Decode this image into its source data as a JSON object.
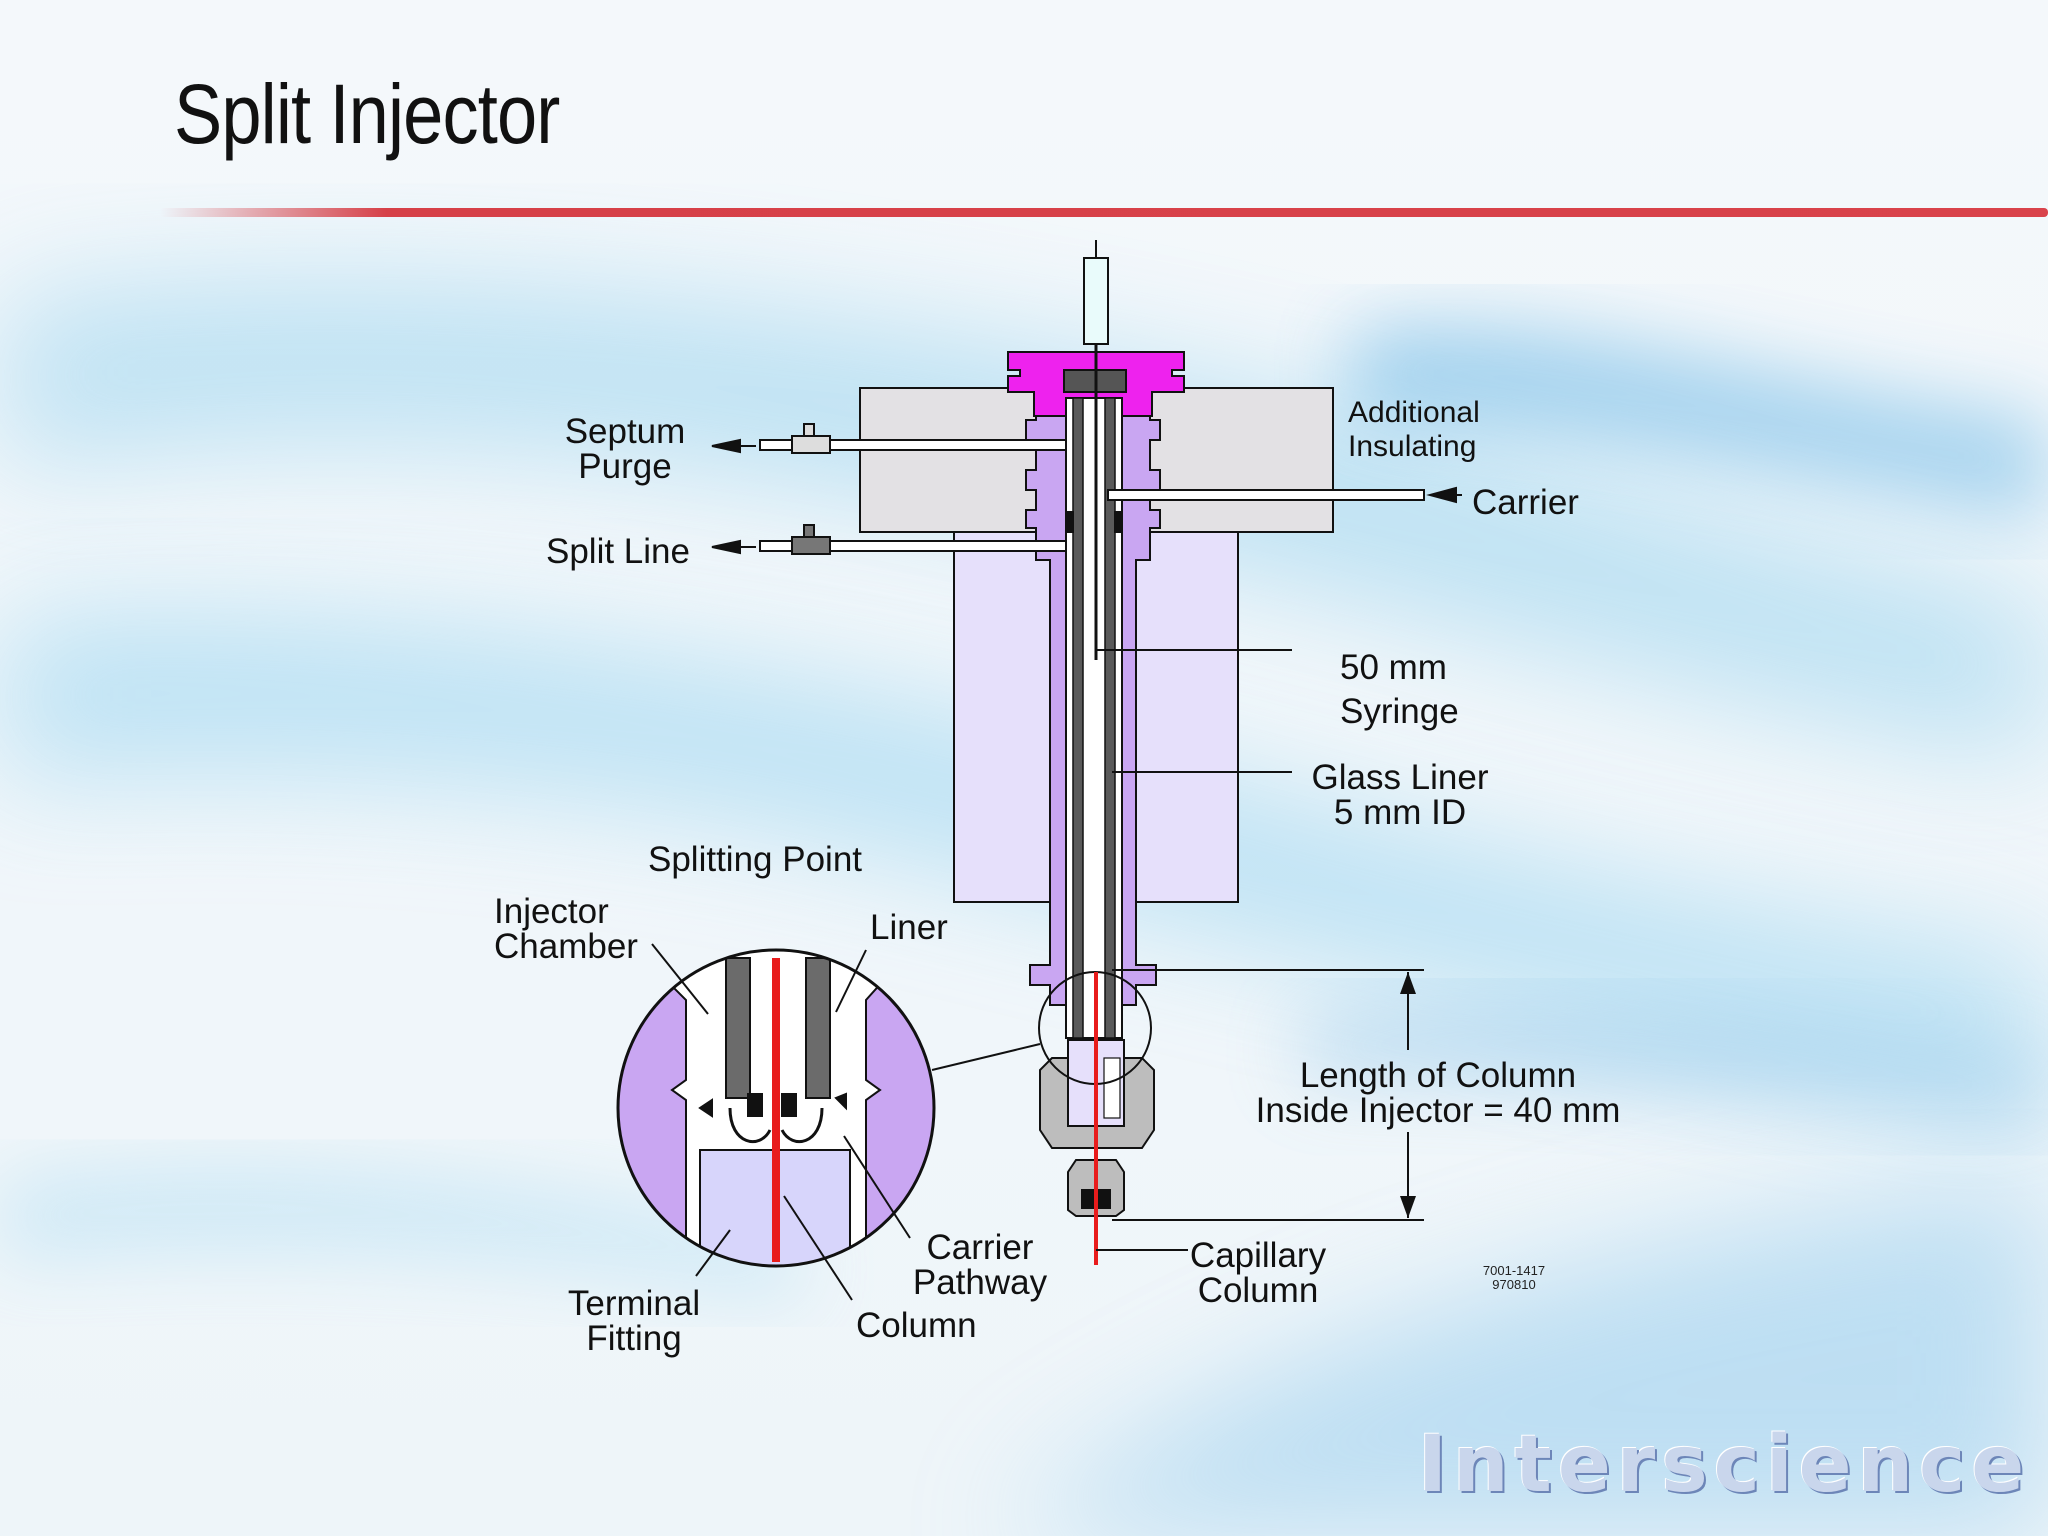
{
  "slide": {
    "title": "Split Injector",
    "logo_text": "Interscience",
    "drawing_code": "7001-1417",
    "drawing_date": "970810"
  },
  "labels": {
    "septum_purge_1": "Septum",
    "septum_purge_2": "Purge",
    "split_line": "Split Line",
    "additional_1": "Additional",
    "additional_2": "Insulating",
    "carrier": "Carrier",
    "syringe_1": "50 mm",
    "syringe_2": "Syringe",
    "glass_liner_1": "Glass Liner",
    "glass_liner_2": "5 mm ID",
    "splitting_point": "Splitting Point",
    "injector_chamber_1": "Injector",
    "injector_chamber_2": "Chamber",
    "liner": "Liner",
    "length_1": "Length of Column",
    "length_2": "Inside Injector = 40 mm",
    "carrier_pathway_1": "Carrier",
    "carrier_pathway_2": "Pathway",
    "terminal_fitting_1": "Terminal",
    "terminal_fitting_2": "Fitting",
    "column": "Column",
    "capillary_1": "Capillary",
    "capillary_2": "Column"
  },
  "colors": {
    "body_purple": "#c9a6f2",
    "light_purple": "#e6e0fb",
    "magenta_cap": "#ee22ee",
    "insulation_grey": "#e3e1e4",
    "fitting_grey": "#bdbdbd",
    "column_red": "#e81c1c",
    "title_rule": "#d9434b"
  }
}
